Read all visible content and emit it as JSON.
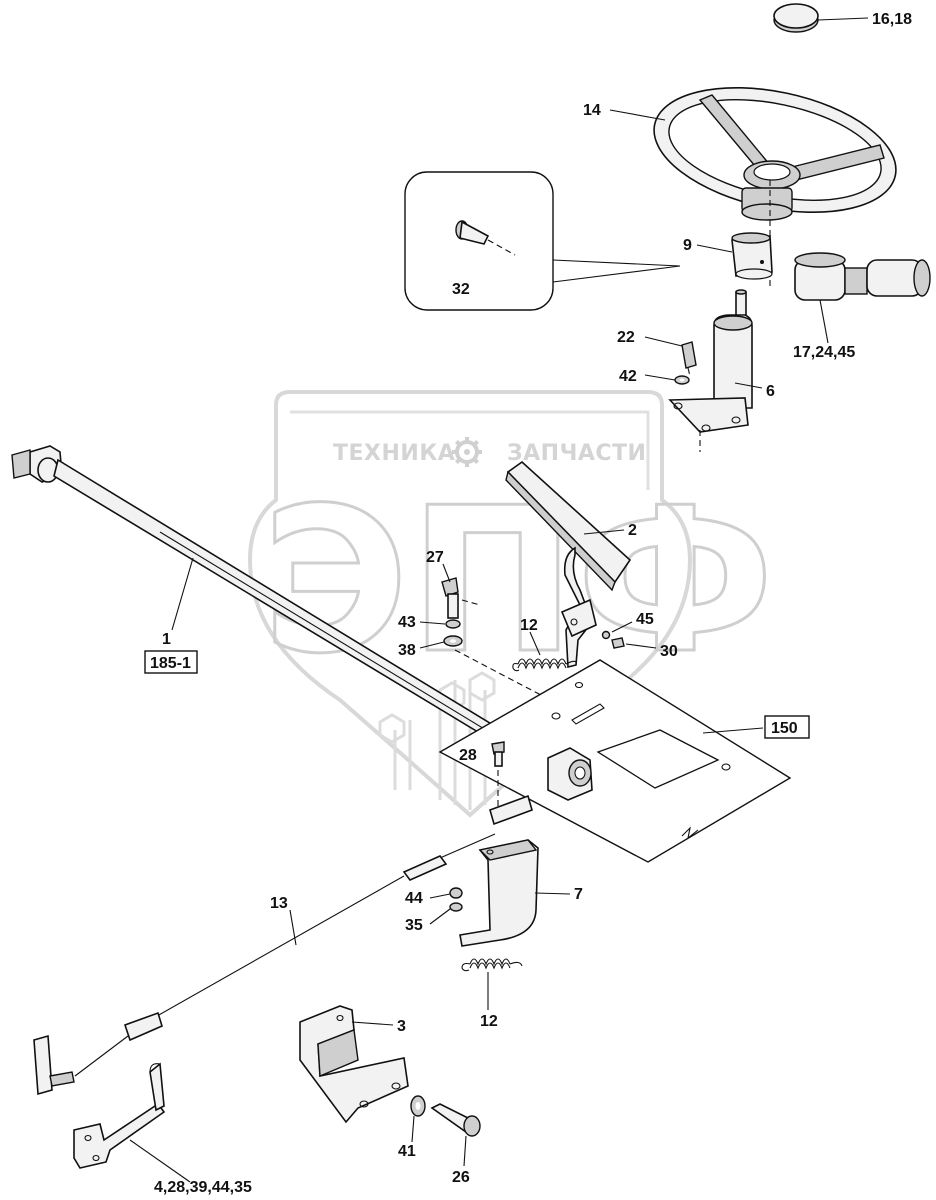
{
  "watermark": {
    "top_text_left": "ТЕХНИКА",
    "top_text_right": "ЗАПЧАСТИ",
    "big_text": "ЭПФ"
  },
  "labels": {
    "l_16_18": "16,18",
    "l_14": "14",
    "l_32": "32",
    "l_9": "9",
    "l_17_24_45": "17,24,45",
    "l_22": "22",
    "l_42": "42",
    "l_6": "6",
    "l_2": "2",
    "l_27": "27",
    "l_45": "45",
    "l_30": "30",
    "l_12_top": "12",
    "l_43": "43",
    "l_38": "38",
    "l_1": "1",
    "l_185_1": "185-1",
    "l_150": "150",
    "l_28": "28",
    "l_13": "13",
    "l_7": "7",
    "l_44": "44",
    "l_35": "35",
    "l_12_bottom": "12",
    "l_3": "3",
    "l_41": "41",
    "l_26": "26",
    "l_4_group": "4,28,39,44,35"
  },
  "icons": [
    "gear-icon"
  ]
}
